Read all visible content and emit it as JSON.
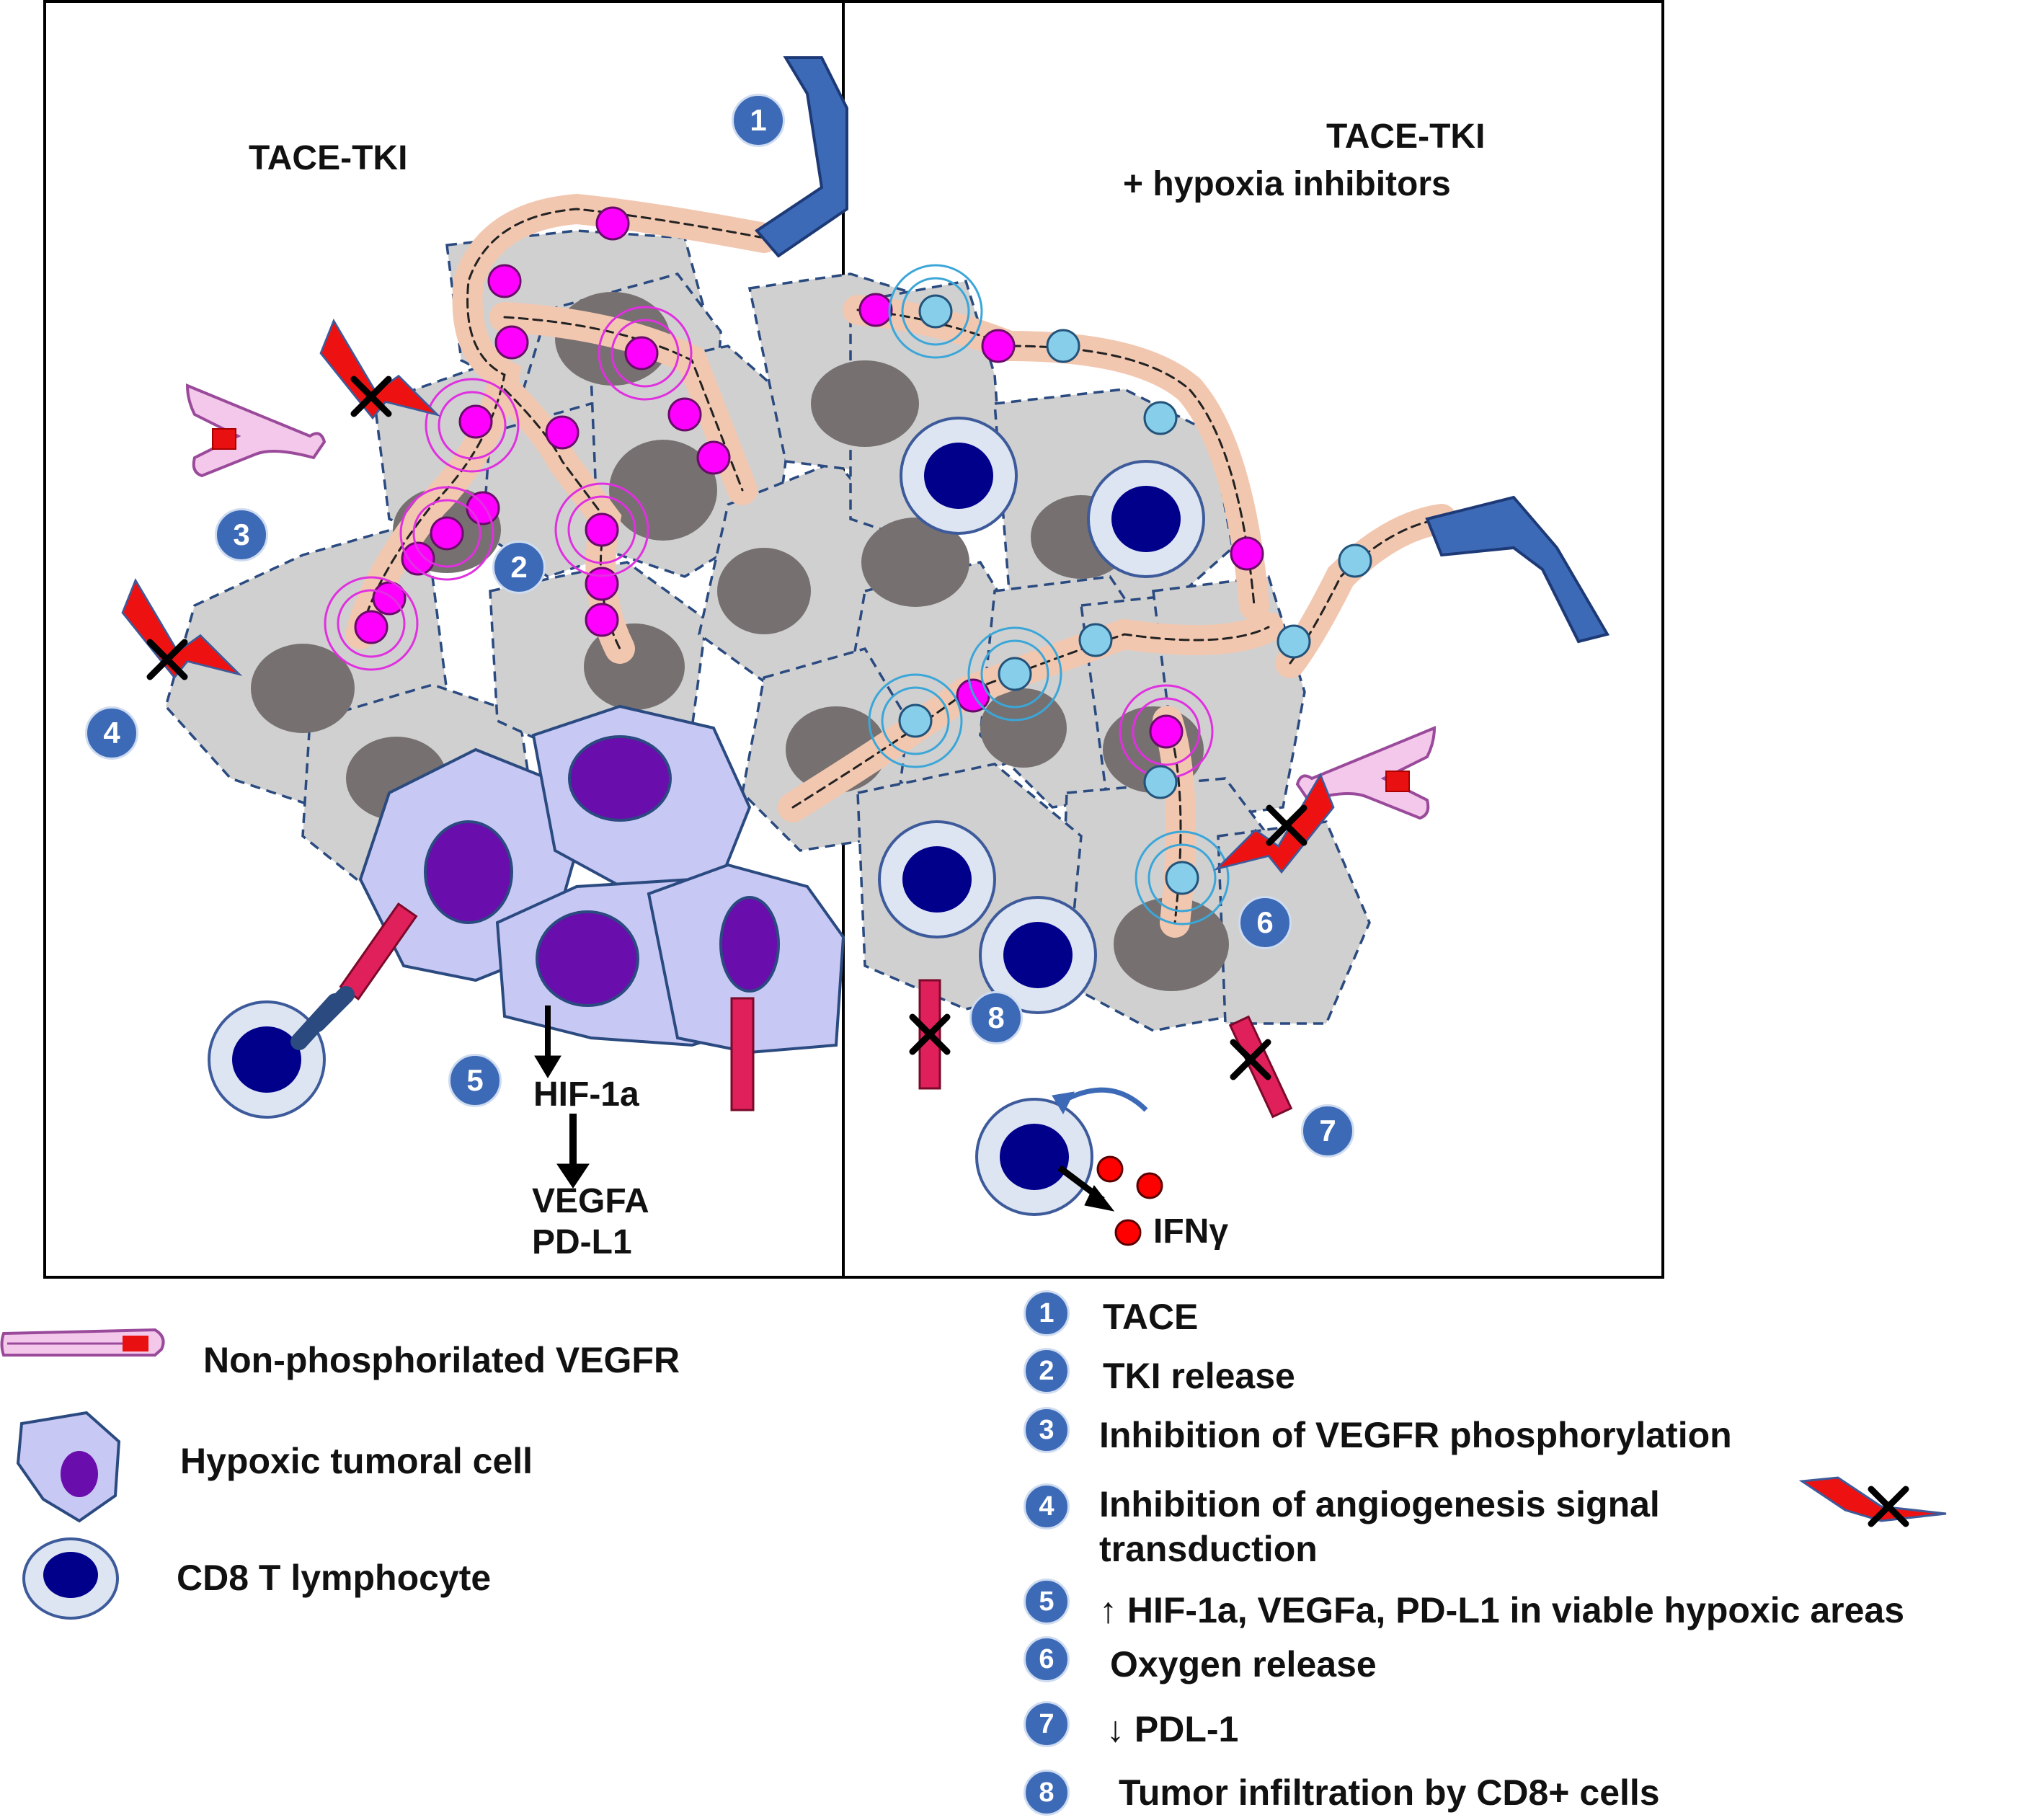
{
  "panels": {
    "left_title": "TACE-TKI",
    "right_title_line1": "TACE-TKI",
    "right_title_line2": "+ hypoxia inhibitors"
  },
  "flow_labels": {
    "hif": "HIF-1a",
    "vegfa": "VEGFA",
    "pdl1": "PD-L1",
    "ifn": "IFNγ"
  },
  "diagram_badges": [
    "1",
    "2",
    "3",
    "4",
    "5",
    "6",
    "7",
    "8"
  ],
  "legend": {
    "items": [
      {
        "icon": "vegfr-receptor-icon",
        "label": "Non-phosphorilated VEGFR"
      },
      {
        "icon": "hypoxic-cell-icon",
        "label": "Hypoxic tumoral cell"
      },
      {
        "icon": "cd8-lymphocyte-icon",
        "label": "CD8 T lymphocyte"
      }
    ]
  },
  "steps": [
    {
      "num": "1",
      "label": "TACE"
    },
    {
      "num": "2",
      "label": "TKI release"
    },
    {
      "num": "3",
      "label": "Inhibition of VEGFR phosphorylation"
    },
    {
      "num": "4",
      "label_line1": "Inhibition of  angiogenesis signal",
      "label_line2": "transduction"
    },
    {
      "num": "5",
      "label": "↑ HIF-1a, VEGFa, PD-L1 in viable hypoxic areas"
    },
    {
      "num": "6",
      "label": "Oxygen release"
    },
    {
      "num": "7",
      "label": "↓ PDL-1"
    },
    {
      "num": "8",
      "label": "Tumor infiltration by CD8+ cells"
    }
  ],
  "colors": {
    "badge": "#3d6ab7",
    "tumor_cell": "#d0d0d0",
    "nucleus": "#767070",
    "hypoxic_cell": "#c8c8f4",
    "hypoxic_nucleus": "#6a0dad",
    "vessel": "#f2c7b0",
    "catheter": "#3d6ab7",
    "drug_particle": "#ff00ff",
    "oxygen_particle": "#87ceeb",
    "lymphocyte_nucleus": "#00008b",
    "pdl1": "#e0205a",
    "ifn": "#ff0000"
  }
}
